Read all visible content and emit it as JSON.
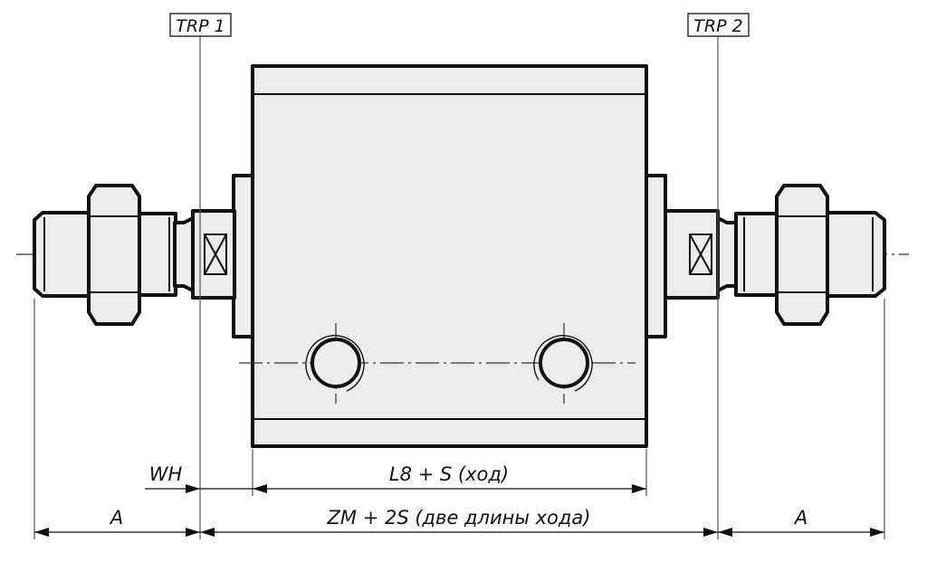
{
  "labels": {
    "trp1": "TRP 1",
    "trp2": "TRP 2",
    "wh": "WH",
    "l8_s": "L8 + S (ход)",
    "a_left": "A",
    "zm_2s": "ZM + 2S (две длины хода)",
    "a_right": "A"
  },
  "colors": {
    "line": "#111111",
    "fill": "#ececec",
    "background": "#ffffff"
  }
}
